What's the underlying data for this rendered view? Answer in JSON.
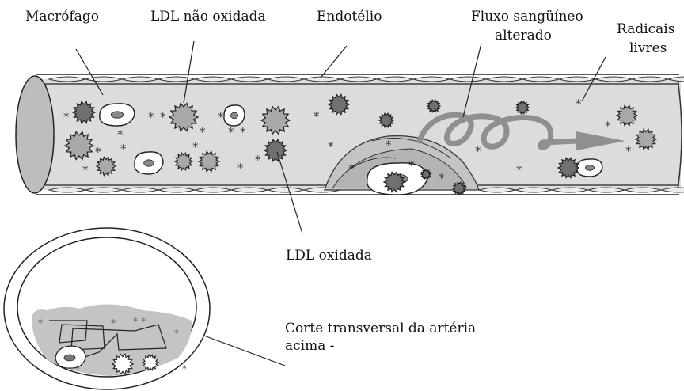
{
  "labels": {
    "macrofago": "Macrófago",
    "ldl_nao_oxidada": "LDL não oxidada",
    "endotelio": "Endotélio",
    "fluxo_line1": "Fluxo sangüíneo",
    "fluxo_line2": "alterado",
    "radicais_line1": "Radicais",
    "radicais_line2": "livres",
    "ldl_oxidada": "LDL  oxidada",
    "corte_line1": "Corte transversal da artéria",
    "corte_line2": "acima -"
  },
  "colors": {
    "vessel_fill": "#dcdcdc",
    "vessel_stroke": "#333333",
    "ldl_native": "#a9a9a9",
    "ldl_oxidized": "#707070",
    "flow_arrow": "#8f8f8f",
    "plaque": "#c4c4c4"
  }
}
